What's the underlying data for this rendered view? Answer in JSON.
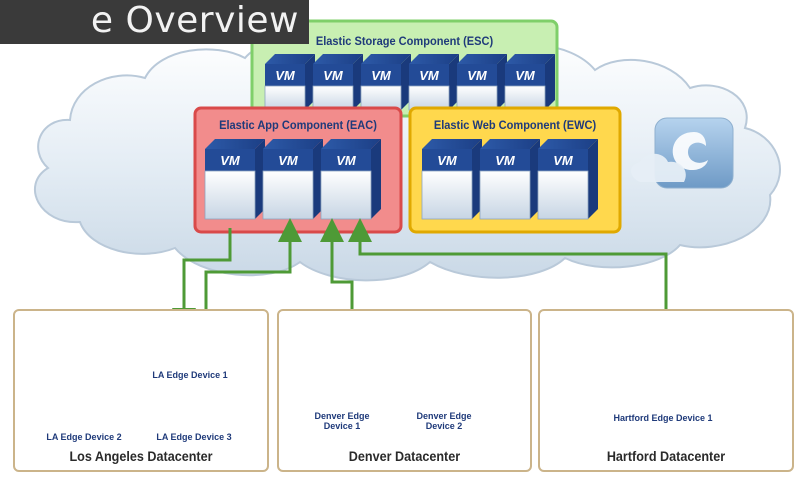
{
  "slide_title": "e Overview",
  "components": {
    "esc": {
      "title": "Elastic Storage Component (ESC)",
      "vms": [
        "VM",
        "VM",
        "VM",
        "VM",
        "VM",
        "VM"
      ]
    },
    "eac": {
      "title": "Elastic App Component (EAC)",
      "vms": [
        "VM",
        "VM",
        "VM"
      ]
    },
    "ewc": {
      "title": "Elastic Web Component (EWC)",
      "vms": [
        "VM",
        "VM",
        "VM"
      ]
    }
  },
  "datacenters": {
    "la": {
      "label": "Los Angeles Datacenter",
      "devices": [
        "LA Edge Device 1",
        "LA Edge Device 2",
        "LA Edge Device 3"
      ]
    },
    "denver": {
      "label": "Denver Datacenter",
      "devices": [
        "Denver Edge Device 1",
        "Denver Edge Device 2"
      ]
    },
    "hartford": {
      "label": "Hartford Datacenter",
      "devices": [
        "Hartford Edge Device 1"
      ]
    }
  },
  "colors": {
    "esc_bg": "#c8efb2",
    "esc_border": "#7fcf6a",
    "eac_bg": "#f28c8c",
    "eac_border": "#d94a4a",
    "ewc_bg": "#ffd84d",
    "ewc_border": "#e0a900",
    "connector": "#4e9a36",
    "cloud": "#dbe6f0"
  },
  "icons": [
    "cloud-icon",
    "cloud-logo-icon",
    "server-icon",
    "vm-cube-icon",
    "arrow-icon"
  ]
}
